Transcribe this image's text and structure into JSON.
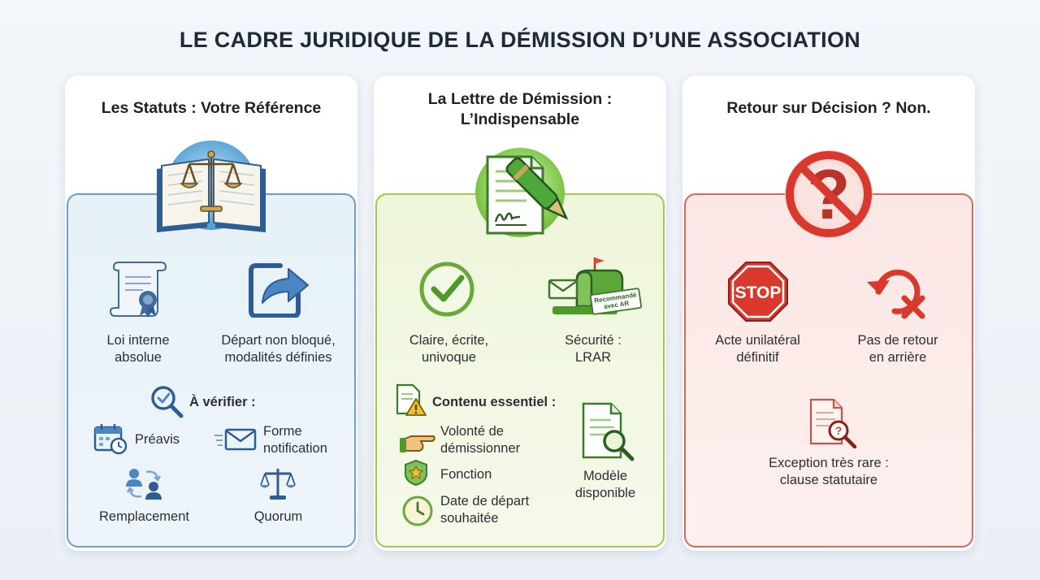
{
  "title": "LE CADRE JURIDIQUE DE LA DÉMISSION D’UNE ASSOCIATION",
  "colors": {
    "blue": "#5b8fc0",
    "green": "#8dbb3c",
    "red": "#d84a3e"
  },
  "cards": [
    {
      "title": "Les Statuts : Votre Référence",
      "hero_icon": "law-book-icon",
      "items": [
        {
          "icon": "certificate-scroll-icon",
          "label_lines": [
            "Loi interne",
            "absolue"
          ]
        },
        {
          "icon": "share-arrow-icon",
          "label_lines": [
            "Départ non bloqué,",
            "modalités définies"
          ]
        }
      ],
      "check_heading": "À vérifier :",
      "checks": [
        {
          "icon": "calendar-icon",
          "label_lines": [
            "Préavis"
          ]
        },
        {
          "icon": "envelope-icon",
          "label_lines": [
            "Forme",
            "notification"
          ]
        },
        {
          "icon": "people-swap-icon",
          "label_lines": [
            "Remplacement"
          ]
        },
        {
          "icon": "scales-icon",
          "label_lines": [
            "Quorum"
          ]
        }
      ]
    },
    {
      "title_lines": [
        "La Lettre de Démission :",
        "L’Indispensable"
      ],
      "hero_icon": "signed-letter-pen-icon",
      "items": [
        {
          "icon": "checkmark-icon",
          "label_lines": [
            "Claire, écrite,",
            "univoque"
          ]
        },
        {
          "icon": "mailbox-icon",
          "label_lines": [
            "Sécurité :",
            "LRAR"
          ],
          "tag_lines": [
            "Recommandé",
            "avec AR"
          ]
        }
      ],
      "content_heading": "Contenu essentiel :",
      "contents": [
        {
          "icon": "pointing-hand-icon",
          "label_lines": [
            "Volonté de",
            "démissionner"
          ]
        },
        {
          "icon": "badge-star-icon",
          "label_lines": [
            "Fonction"
          ]
        },
        {
          "icon": "clock-icon",
          "label_lines": [
            "Date de départ",
            "souhaitée"
          ]
        }
      ],
      "template": {
        "icon": "document-search-icon",
        "label_lines": [
          "Modèle",
          "disponible"
        ]
      }
    },
    {
      "title": "Retour sur Décision ? Non.",
      "hero_icon": "forbidden-question-icon",
      "items": [
        {
          "icon": "stop-sign-icon",
          "label_lines": [
            "Acte unilatéral",
            "définitif"
          ],
          "sign_text": "STOP"
        },
        {
          "icon": "no-undo-icon",
          "label_lines": [
            "Pas de retour",
            "en arrière"
          ]
        }
      ],
      "exception": {
        "icon": "document-question-icon",
        "label_lines": [
          "Exception très rare :",
          "clause statutaire"
        ]
      }
    }
  ]
}
